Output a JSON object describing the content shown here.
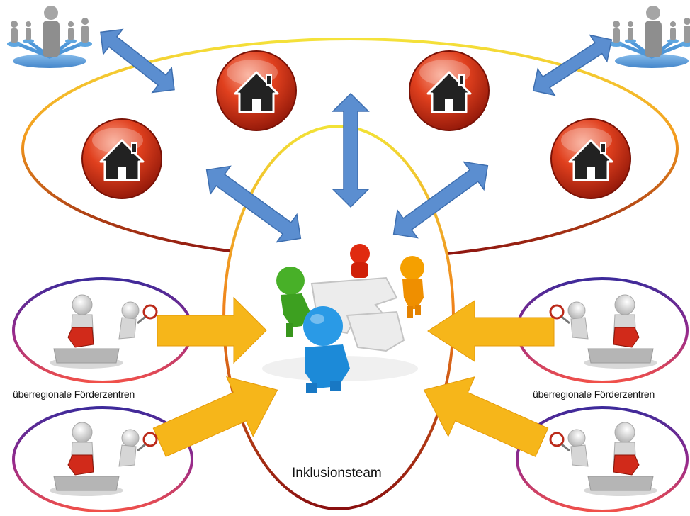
{
  "labels": {
    "left_centers": "überregionale Förderzentren",
    "right_centers": "überregionale Förderzentren",
    "center_team": "Inklusionsteam"
  },
  "icons": {
    "network": "people-network-icon",
    "home": "home-icon",
    "puzzle_team": "puzzle-team-icon",
    "inspector": "magnifier-puzzle-icon"
  },
  "colors": {
    "ellipse_gradient_top": "#f4e23a",
    "ellipse_gradient_mid": "#f08a1c",
    "ellipse_gradient_bottom": "#8a1010",
    "purple_ring_top": "#4a2a9e",
    "purple_ring_bottom": "#e03a6a",
    "blue_arrow": "#5b8ed0",
    "yellow_arrow": "#f6b61a",
    "home_red": "#d8341c"
  }
}
